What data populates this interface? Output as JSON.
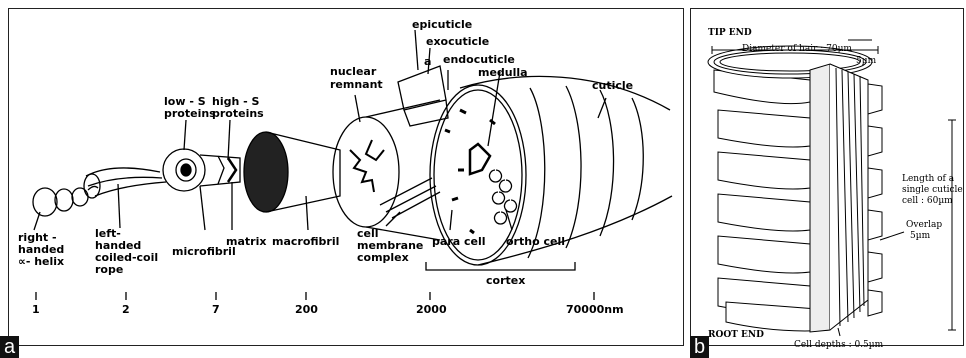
{
  "panel_a": {
    "letter": "a",
    "labels": {
      "epicuticle": "epicuticle",
      "exocuticle": "exocuticle",
      "endocuticle": "endocuticle",
      "medulla": "medulla",
      "a": "a",
      "cuticle": "cuticle",
      "nuclear1": "nuclear",
      "nuclear2": "remnant",
      "lows1": "low - S",
      "lows2": "proteins",
      "highs1": "high - S",
      "highs2": "proteins",
      "rh1": "right -",
      "rh2": "handed",
      "rh3": "∝- helix",
      "lh1": "left-",
      "lh2": "handed",
      "lh3": "coiled-coil",
      "lh4": "rope",
      "microfibril": "microfibril",
      "matrix": "matrix",
      "macrofibril": "macrofibril",
      "cmc1": "cell",
      "cmc2": "membrane",
      "cmc3": "complex",
      "paracell": "para cell",
      "orthocell": "ortho   cell",
      "cortex": "cortex"
    },
    "scale": [
      "1",
      "2",
      "7",
      "200",
      "2000",
      "70000nm"
    ]
  },
  "panel_b": {
    "letter": "b",
    "labels": {
      "tip": "TIP END",
      "root": "ROOT END",
      "diameter": "Diameter of hair : 70µm",
      "five": "5µm",
      "len1": "Length of a",
      "len2": "single cuticle",
      "len3": "cell : 60µm",
      "overlap1": "Overlap",
      "overlap2": "5µm",
      "depth": "Cell depths : 0.5µm"
    }
  }
}
